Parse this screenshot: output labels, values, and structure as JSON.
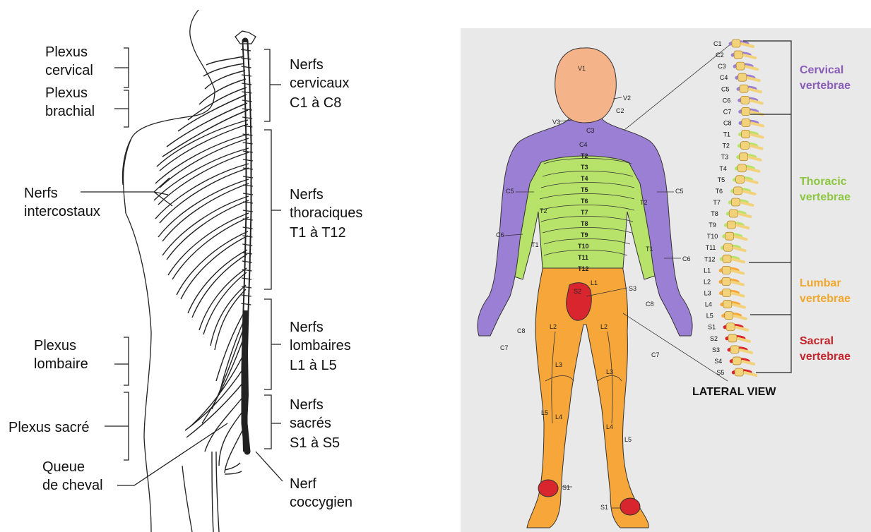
{
  "left_panel": {
    "plexus_cervical": [
      "Plexus",
      "cervical"
    ],
    "plexus_brachial": [
      "Plexus",
      "brachial"
    ],
    "nerfs_intercostaux": [
      "Nerfs",
      "intercostaux"
    ],
    "plexus_lombaire": [
      "Plexus",
      "lombaire"
    ],
    "plexus_sacre": "Plexus sacré",
    "queue_de_cheval": [
      "Queue",
      "de cheval"
    ],
    "nerfs_cervicaux": {
      "l1": "Nerfs",
      "l2": "cervicaux",
      "range": "C1 à C8"
    },
    "nerfs_thoraciques": {
      "l1": "Nerfs",
      "l2": "thoraciques",
      "range": "T1 à T12"
    },
    "nerfs_lombaires": {
      "l1": "Nerfs",
      "l2": "lombaires",
      "range": "L1 à L5"
    },
    "nerfs_sacres": {
      "l1": "Nerfs",
      "l2": "sacrés",
      "range": "S1 à S5"
    },
    "nerf_coccygien": [
      "Nerf",
      "coccygien"
    ]
  },
  "right_panel": {
    "regions": [
      {
        "name": "cervical",
        "color": "#9b7fd4",
        "label": [
          "Cervical",
          "vertebrae"
        ],
        "label_color": "#8a5db8"
      },
      {
        "name": "thoracic",
        "color": "#b8e36a",
        "label": [
          "Thoracic",
          "vertebrae"
        ],
        "label_color": "#8cc63f"
      },
      {
        "name": "lumbar",
        "color": "#f7a63a",
        "label": [
          "Lumbar",
          "vertebrae"
        ],
        "label_color": "#f0a72a"
      },
      {
        "name": "sacral",
        "color": "#d9262e",
        "label": [
          "Sacral",
          "vertebrae"
        ],
        "label_color": "#c4242b"
      }
    ],
    "view_label": "LATERAL VIEW",
    "spine_labels": [
      "C1",
      "C2",
      "C3",
      "C4",
      "C5",
      "C6",
      "C7",
      "C8",
      "T1",
      "T2",
      "T3",
      "T4",
      "T5",
      "T6",
      "T7",
      "T8",
      "T9",
      "T10",
      "T11",
      "T12",
      "L1",
      "L2",
      "L3",
      "L4",
      "L5",
      "S1",
      "S2",
      "S3",
      "S4",
      "S5"
    ],
    "face_labels": {
      "v1": "V1",
      "v2": "V2",
      "v3": "V3",
      "c2": "C2",
      "c3": "C3",
      "c4": "C4"
    },
    "torso_labels": [
      "T2",
      "T3",
      "T4",
      "T5",
      "T6",
      "T7",
      "T8",
      "T9",
      "T10",
      "T11",
      "T12"
    ],
    "arm_labels": {
      "c5_l": "C5",
      "c5_r": "C5",
      "t2_l": "T2",
      "t2_r": "T2",
      "c6_l": "C6",
      "c6_r": "C6",
      "t1_l": "T1",
      "t1_r": "T1",
      "c8_l": "C8",
      "c8_r": "C8",
      "c7_l": "C7",
      "c7_r": "C7"
    },
    "leg_labels": {
      "l1": "L1",
      "s2": "S2",
      "s3": "S3",
      "l2_l": "L2",
      "l2_r": "L2",
      "l3_l": "L3",
      "l3_r": "L3",
      "l4_l": "L4",
      "l4_r": "L4",
      "l5_l": "L5",
      "l5_r": "L5",
      "s1_l": "S1",
      "s1_r": "S1"
    }
  }
}
